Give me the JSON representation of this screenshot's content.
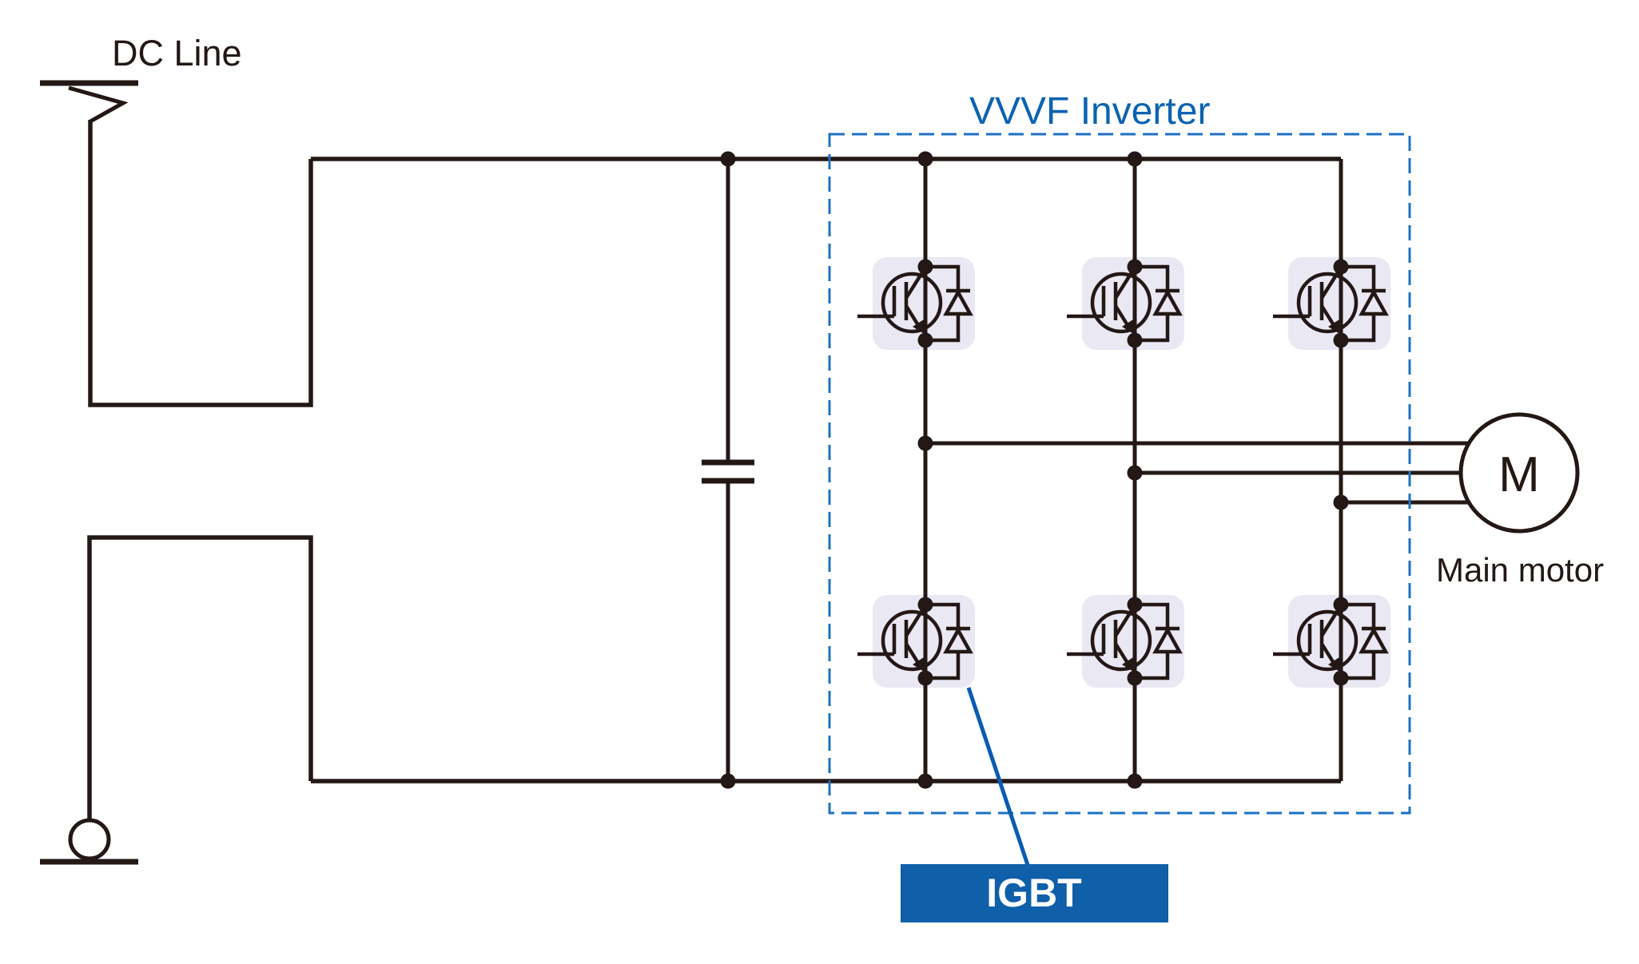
{
  "diagram": {
    "labels": {
      "dc_line": "DC Line",
      "vvvf_inverter": "VVVF Inverter",
      "motor_symbol": "M",
      "main_motor": "Main motor",
      "igbt": "IGBT"
    },
    "colors": {
      "background": "#ffffff",
      "line": "#231815",
      "module_bg": "#e9e8f3",
      "accent_blue": "#0c63b2",
      "dashed_blue": "#1d72c2",
      "igbt_box_bg": "#0f5fa9",
      "igbt_box_text": "#ffffff",
      "callout_blue": "#0b5cb0",
      "motor_fill": "#ffffff"
    },
    "components": {
      "pantograph": "pantograph-current-collector",
      "wheel_ground": "wheel-on-rail-return",
      "capacitor": "dc-link-capacitor",
      "igbt_module": "igbt-with-freewheel-diode",
      "igbt_module_count": 6,
      "motor": "three-phase-main-motor",
      "phase_line_count": 3
    }
  }
}
